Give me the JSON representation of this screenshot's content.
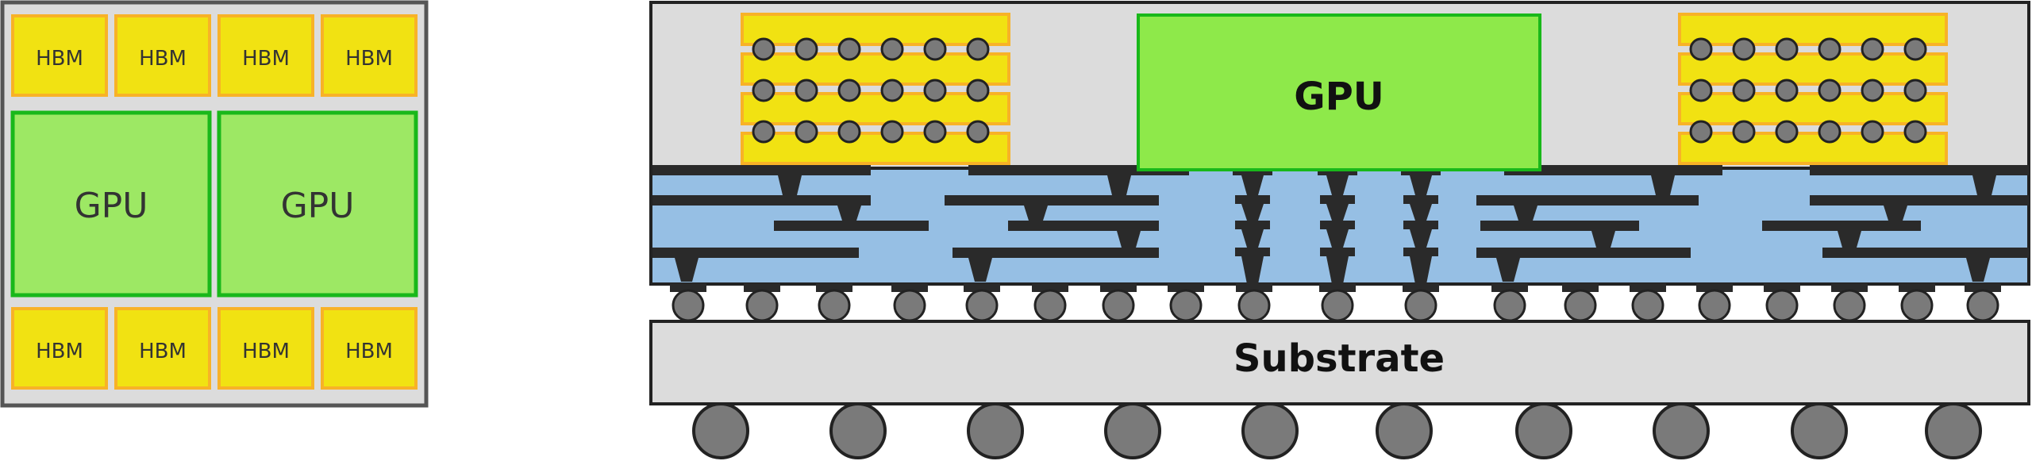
{
  "top_view": {
    "hbm_label": "HBM",
    "gpu_label": "GPU",
    "hbm_top_count": 4,
    "hbm_bottom_count": 4,
    "gpu_count": 2
  },
  "cross_section": {
    "gpu_label": "GPU",
    "substrate_label": "Substrate",
    "hbm_stacks": 2,
    "microbump_count": 19,
    "package_ball_count": 10
  },
  "colors": {
    "hbm_fill": "#f1e212",
    "hbm_border": "#f8b227",
    "gpu_top_fill": "#9de864",
    "gpu_cross_fill": "#8ee94a",
    "gpu_border": "#19b81a",
    "package_bg": "#dcdcdc",
    "interposer": "#96bfe4",
    "metal": "#2a2a2a",
    "ball": "#7a7a7a",
    "outline": "#555555"
  }
}
